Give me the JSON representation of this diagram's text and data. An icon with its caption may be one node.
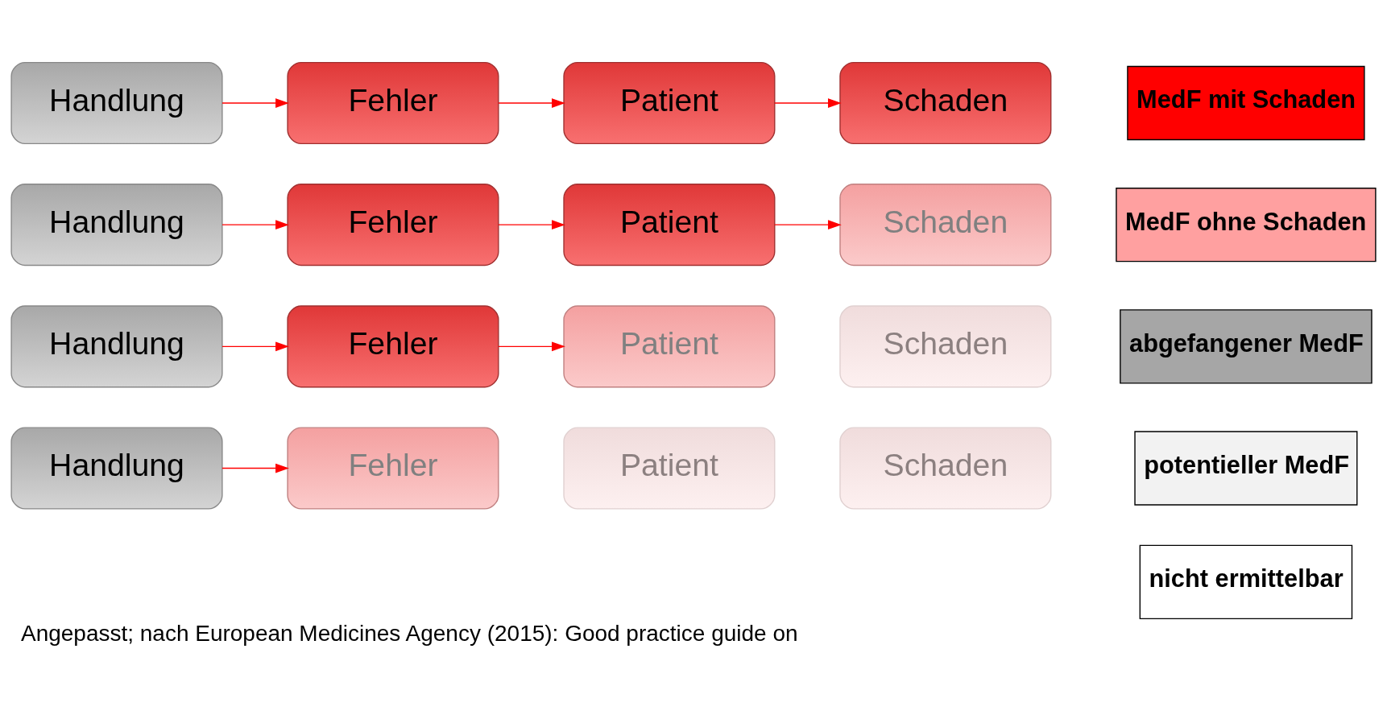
{
  "diagram": {
    "caption": "Angepasst; nach European Medicines Agency (2015): Good practice guide on",
    "nodes": [
      {
        "text": [
          "Handlung"
        ]
      },
      {
        "text": [
          "Fehler"
        ]
      },
      {
        "text": [
          "Patient"
        ]
      },
      {
        "text": [
          "Schaden"
        ]
      },
      {
        "text": [
          "MedF mit Schaden"
        ]
      },
      {
        "text": [
          "Handlung"
        ]
      },
      {
        "text": [
          "Fehler"
        ]
      },
      {
        "text": [
          "Patient"
        ]
      },
      {
        "text": [
          "Schaden"
        ]
      },
      {
        "text": [
          "MedF ohne Schaden"
        ]
      },
      {
        "text": [
          "Handlung"
        ]
      },
      {
        "text": [
          "Fehler"
        ]
      },
      {
        "text": [
          "Patient"
        ]
      },
      {
        "text": [
          "Schaden"
        ]
      },
      {
        "text": [
          "abgefangener MedF"
        ]
      },
      {
        "text": [
          "Handlung"
        ]
      },
      {
        "text": [
          "Fehler"
        ]
      },
      {
        "text": [
          "Patient"
        ]
      },
      {
        "text": [
          "Schaden"
        ]
      },
      {
        "text": [
          "potentieller MedF"
        ]
      },
      {
        "text": [
          "nicht ermittelbar"
        ]
      }
    ],
    "edges": [
      {
        "from": 0,
        "to": 1,
        "arrow": "to"
      },
      {
        "from": 1,
        "to": 2,
        "arrow": "to"
      },
      {
        "from": 2,
        "to": 3,
        "arrow": "to"
      },
      {
        "from": 5,
        "to": 6,
        "arrow": "to"
      },
      {
        "from": 6,
        "to": 7,
        "arrow": "to"
      },
      {
        "from": 7,
        "to": 8,
        "arrow": "to"
      },
      {
        "from": 10,
        "to": 11,
        "arrow": "to"
      },
      {
        "from": 11,
        "to": 12,
        "arrow": "to"
      },
      {
        "from": 15,
        "to": 16,
        "arrow": "to"
      }
    ]
  }
}
